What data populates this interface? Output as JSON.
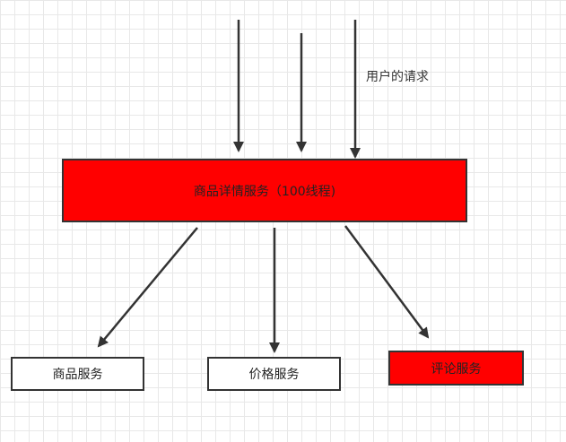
{
  "diagram": {
    "request_label": "用户的请求",
    "main_service": {
      "label": "商品详情服务（100线程)",
      "fill": "#ff0000"
    },
    "services": [
      {
        "label": "商品服务",
        "fill": "#ffffff"
      },
      {
        "label": "价格服务",
        "fill": "#ffffff"
      },
      {
        "label": "评论服务",
        "fill": "#ff0000"
      }
    ]
  },
  "colors": {
    "arrow": "#333333",
    "grid": "#e8e8e8",
    "border": "#333333"
  }
}
